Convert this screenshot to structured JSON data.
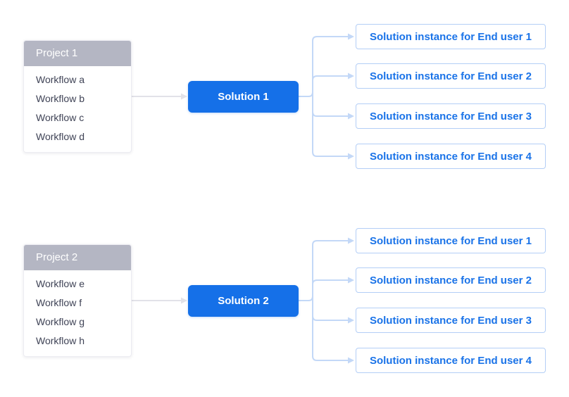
{
  "colors": {
    "accent": "#1570e8",
    "connector": "#c3d8f7",
    "instance-border": "#b3cef6",
    "instance-text": "#1a73e8",
    "project-header-bg": "#b4b6c3",
    "workflow-text": "#3f4356",
    "arrow-gray": "#e2e2e8",
    "card-border": "#ececf2",
    "canvas-bg": "#ffffff"
  },
  "groups": [
    {
      "project": {
        "title": "Project 1",
        "workflows": [
          "Workflow a",
          "Workflow b",
          "Workflow c",
          "Workflow d"
        ]
      },
      "solution": {
        "label": "Solution 1"
      },
      "instances": [
        "Solution instance for End user 1",
        "Solution instance for End user 2",
        "Solution instance for End user 3",
        "Solution instance for End user 4"
      ]
    },
    {
      "project": {
        "title": "Project 2",
        "workflows": [
          "Workflow e",
          "Workflow f",
          "Workflow g",
          "Workflow h"
        ]
      },
      "solution": {
        "label": "Solution 2"
      },
      "instances": [
        "Solution instance for End user 1",
        "Solution instance for End user 2",
        "Solution instance for End user 3",
        "Solution instance for End user 4"
      ]
    }
  ]
}
